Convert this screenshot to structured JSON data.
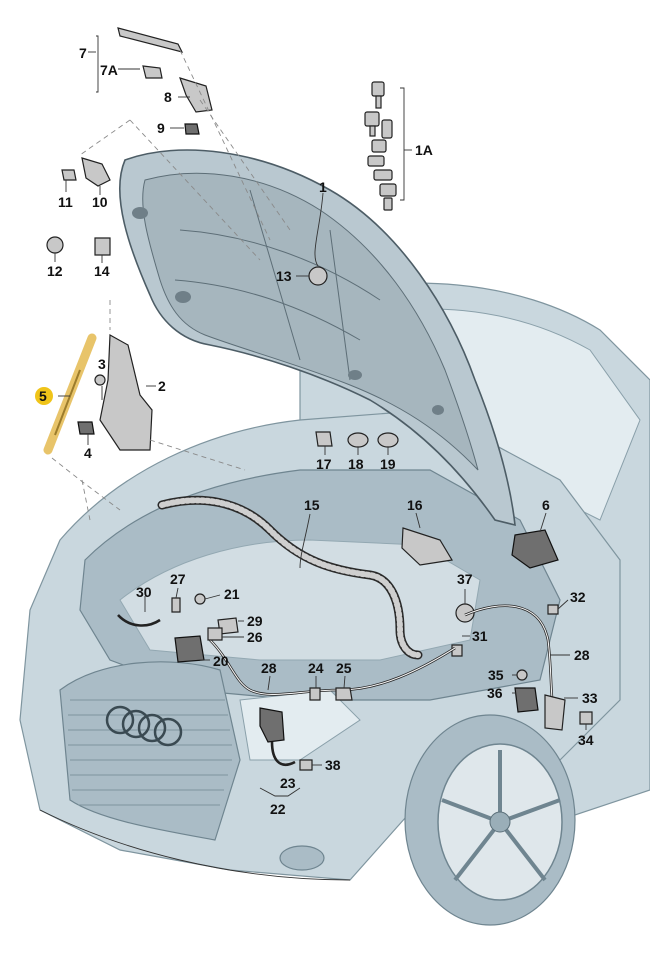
{
  "callouts": {
    "c1": "1",
    "c1A": "1A",
    "c2": "2",
    "c3": "3",
    "c4": "4",
    "c5": "5",
    "c6": "6",
    "c7": "7",
    "c7A": "7A",
    "c8": "8",
    "c9": "9",
    "c10": "10",
    "c11": "11",
    "c12": "12",
    "c13": "13",
    "c14": "14",
    "c15": "15",
    "c16": "16",
    "c17": "17",
    "c18": "18",
    "c19": "19",
    "c20": "20",
    "c21": "21",
    "c22": "22",
    "c23": "23",
    "c24": "24",
    "c25": "25",
    "c26": "26",
    "c27": "27",
    "c28a": "28",
    "c28b": "28",
    "c29": "29",
    "c30": "30",
    "c31": "31",
    "c32": "32",
    "c33": "33",
    "c34": "34",
    "c35": "35",
    "c36": "36",
    "c37": "37",
    "c38": "38"
  },
  "highlight": {
    "color": "#f0c419"
  }
}
